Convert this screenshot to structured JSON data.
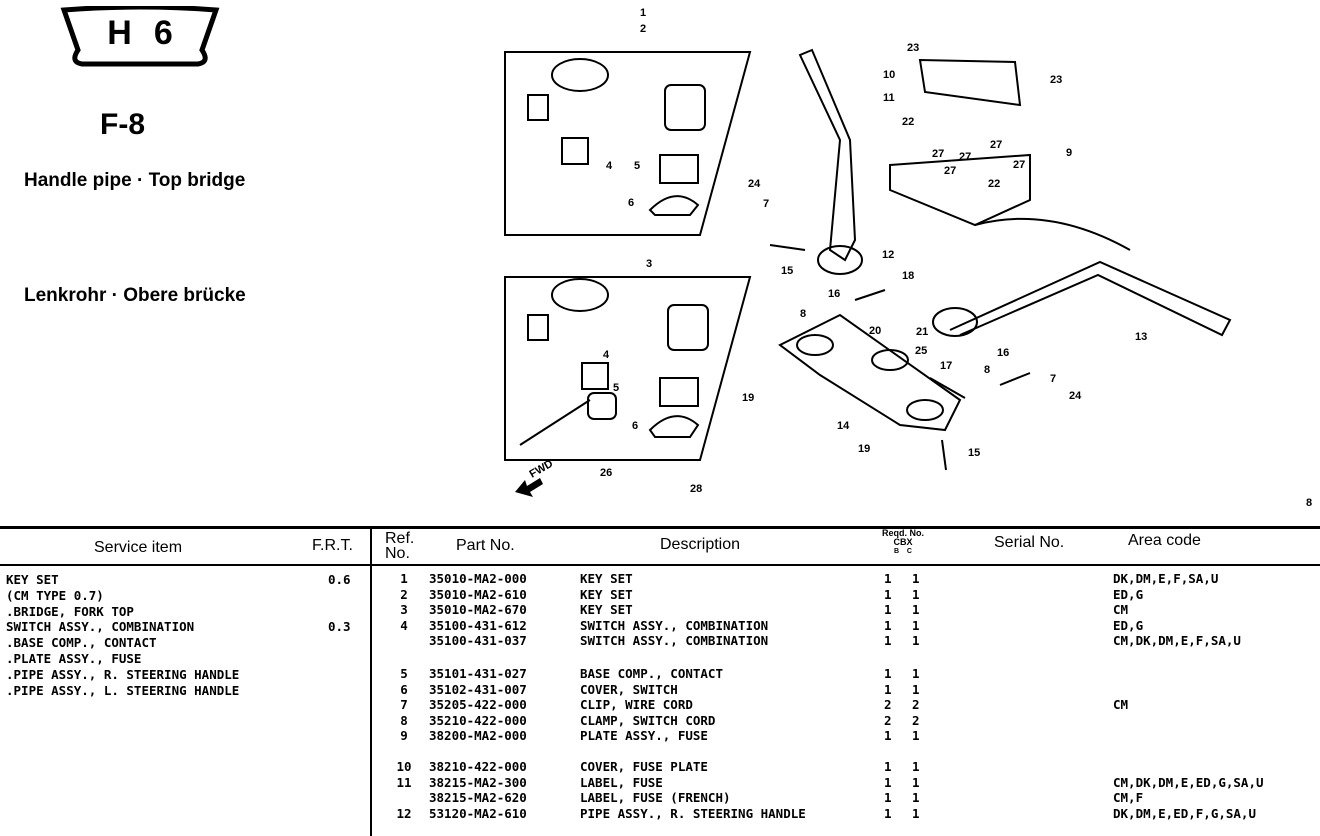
{
  "header": {
    "badge": "H6",
    "figure": "F-8",
    "title_en": "Handle pipe · Top bridge",
    "title_de": "Lenkrohr · Obere brücke",
    "page_marker": "8",
    "fwd_label": "FWD"
  },
  "callouts": [
    "1",
    "2",
    "3",
    "4",
    "5",
    "6",
    "4",
    "5",
    "6",
    "23",
    "23",
    "10",
    "11",
    "22",
    "27",
    "27",
    "27",
    "27",
    "27",
    "9",
    "22",
    "24",
    "7",
    "15",
    "12",
    "16",
    "18",
    "8",
    "20",
    "21",
    "13",
    "25",
    "17",
    "16",
    "8",
    "7",
    "24",
    "19",
    "14",
    "19",
    "15",
    "26",
    "28"
  ],
  "service_table": {
    "headers": {
      "item": "Service item",
      "frt": "F.R.T."
    },
    "rows": [
      {
        "item": "KEY SET",
        "frt": "0.6"
      },
      {
        "item": "(CM TYPE 0.7)",
        "frt": ""
      },
      {
        "item": ".BRIDGE, FORK TOP",
        "frt": ""
      },
      {
        "item": "SWITCH ASSY., COMBINATION",
        "frt": "0.3"
      },
      {
        "item": ".BASE COMP., CONTACT",
        "frt": ""
      },
      {
        "item": ".PLATE ASSY., FUSE",
        "frt": ""
      },
      {
        "item": ".PIPE ASSY., R. STEERING HANDLE",
        "frt": ""
      },
      {
        "item": ".PIPE ASSY., L. STEERING HANDLE",
        "frt": ""
      }
    ]
  },
  "parts_table": {
    "headers": {
      "ref": "Ref. No.",
      "part": "Part No.",
      "desc": "Description",
      "reqd": "Reqd. No.",
      "cbx": "CBX",
      "col_b": "B",
      "col_c": "C",
      "serial": "Serial No.",
      "area": "Area code"
    },
    "rows": [
      {
        "ref": "1",
        "part": "35010-MA2-000",
        "desc": "KEY SET",
        "b": "1",
        "c": "1",
        "area": "DK,DM,E,F,SA,U"
      },
      {
        "ref": "2",
        "part": "35010-MA2-610",
        "desc": "KEY SET",
        "b": "1",
        "c": "1",
        "area": "ED,G"
      },
      {
        "ref": "3",
        "part": "35010-MA2-670",
        "desc": "KEY SET",
        "b": "1",
        "c": "1",
        "area": "CM"
      },
      {
        "ref": "4",
        "part": "35100-431-612",
        "desc": "SWITCH ASSY., COMBINATION",
        "b": "1",
        "c": "1",
        "area": "ED,G"
      },
      {
        "ref": "",
        "part": "35100-431-037",
        "desc": "SWITCH ASSY., COMBINATION",
        "b": "1",
        "c": "1",
        "area": "CM,DK,DM,E,F,SA,U"
      },
      {
        "ref": "5",
        "part": "35101-431-027",
        "desc": "BASE COMP., CONTACT",
        "b": "1",
        "c": "1",
        "area": ""
      },
      {
        "ref": "6",
        "part": "35102-431-007",
        "desc": "COVER, SWITCH",
        "b": "1",
        "c": "1",
        "area": ""
      },
      {
        "ref": "7",
        "part": "35205-422-000",
        "desc": "CLIP, WIRE CORD",
        "b": "2",
        "c": "2",
        "area": "CM"
      },
      {
        "ref": "8",
        "part": "35210-422-000",
        "desc": "CLAMP, SWITCH CORD",
        "b": "2",
        "c": "2",
        "area": ""
      },
      {
        "ref": "9",
        "part": "38200-MA2-000",
        "desc": "PLATE ASSY., FUSE",
        "b": "1",
        "c": "1",
        "area": ""
      },
      {
        "ref": "10",
        "part": "38210-422-000",
        "desc": "COVER, FUSE PLATE",
        "b": "1",
        "c": "1",
        "area": ""
      },
      {
        "ref": "11",
        "part": "38215-MA2-300",
        "desc": "LABEL, FUSE",
        "b": "1",
        "c": "1",
        "area": "CM,DK,DM,E,ED,G,SA,U"
      },
      {
        "ref": "",
        "part": "38215-MA2-620",
        "desc": "LABEL, FUSE (FRENCH)",
        "b": "1",
        "c": "1",
        "area": "CM,F"
      },
      {
        "ref": "12",
        "part": "53120-MA2-610",
        "desc": "PIPE ASSY., R. STEERING HANDLE",
        "b": "1",
        "c": "1",
        "area": "DK,DM,E,ED,F,G,SA,U"
      }
    ]
  }
}
